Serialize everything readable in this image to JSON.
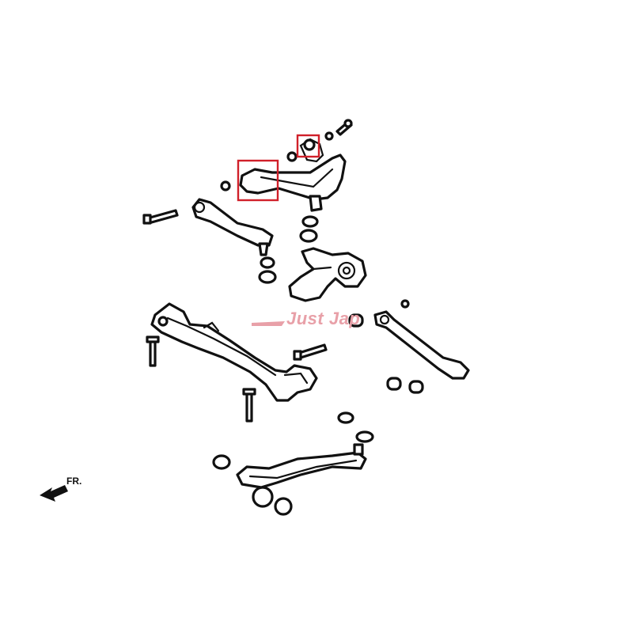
{
  "diagram": {
    "direction_label": "FR.",
    "watermark_text": "Just Jap",
    "colors": {
      "line": "#111111",
      "highlight": "#d0202a",
      "watermark": "#e8a0a8",
      "background": "#ffffff"
    },
    "highlighted_parts": [
      "upper-arm-front-bushing",
      "upper-arm-rear-bushing"
    ]
  }
}
